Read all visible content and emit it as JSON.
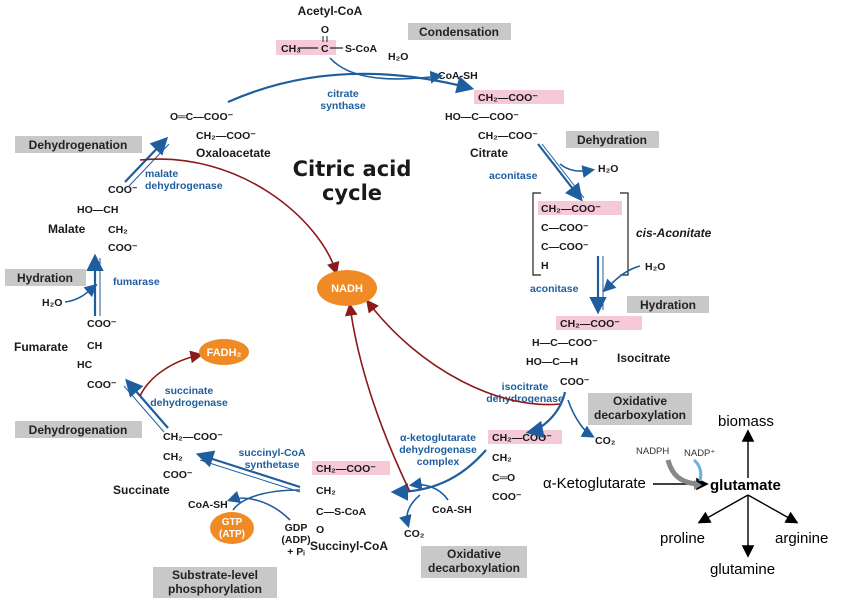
{
  "title": [
    "Citric acid",
    "cycle"
  ],
  "molecules": {
    "acetyl_coa": {
      "name": "Acetyl-CoA",
      "line1": "O",
      "line2a": "CH₃",
      "line2b": "C",
      "line2c": "S-CoA"
    },
    "oxaloacetate": {
      "name": "Oxaloacetate",
      "l1": "O═C—COO⁻",
      "l2": "CH₂—COO⁻"
    },
    "citrate": {
      "name": "Citrate",
      "l1": "CH₂—COO⁻",
      "l2": "HO—C—COO⁻",
      "l3": "CH₂—COO⁻"
    },
    "cis_aconitate": {
      "name": "cis-Aconitate",
      "l1": "CH₂—COO⁻",
      "l2": "C—COO⁻",
      "l3": "C—COO⁻",
      "l4": "H"
    },
    "isocitrate": {
      "name": "Isocitrate",
      "l1": "CH₂—COO⁻",
      "l2": "H—C—COO⁻",
      "l3": "HO—C—H",
      "l4": "COO⁻"
    },
    "alpha_kg": {
      "name": "α-Ketoglutarate",
      "l1": "CH₂—COO⁻",
      "l2": "CH₂",
      "l3": "C═O",
      "l4": "COO⁻"
    },
    "succinyl_coa": {
      "name": "Succinyl-CoA",
      "l1": "CH₂—COO⁻",
      "l2": "CH₂",
      "l3": "C—S-CoA",
      "l4": "O"
    },
    "succinate": {
      "name": "Succinate",
      "l1": "CH₂—COO⁻",
      "l2": "CH₂",
      "l3": "COO⁻"
    },
    "fumarate": {
      "name": "Fumarate",
      "l1": "COO⁻",
      "l2": "CH",
      "l3": "HC",
      "l4": "COO⁻"
    },
    "malate": {
      "name": "Malate",
      "l1": "COO⁻",
      "l2": "HO—CH",
      "l3": "CH₂",
      "l4": "COO⁻"
    }
  },
  "enzymes": {
    "citrate_synthase": [
      "citrate",
      "synthase"
    ],
    "aconitase1": "aconitase",
    "aconitase2": "aconitase",
    "isocitrate_dh": [
      "isocitrate",
      "dehydrogenase"
    ],
    "akg_dh": [
      "α-ketoglutarate",
      "dehydrogenase",
      "complex"
    ],
    "succinyl_coa_synthetase": [
      "succinyl-CoA",
      "synthetase"
    ],
    "succinate_dh": [
      "succinate",
      "dehydrogenase"
    ],
    "fumarase": "fumarase",
    "malate_dh": [
      "malate",
      "dehydrogenase"
    ]
  },
  "steps": {
    "condensation": "Condensation",
    "dehydration": "Dehydration",
    "hydration_right": "Hydration",
    "oxidative_decarb_1": [
      "Oxidative",
      "decarboxylation"
    ],
    "oxidative_decarb_2": [
      "Oxidative",
      "decarboxylation"
    ],
    "substrate_level": [
      "Substrate-level",
      "phosphorylation"
    ],
    "dehydrogenation_bottom": "Dehydrogenation",
    "hydration_left": "Hydration",
    "dehydrogenation_top": "Dehydrogenation"
  },
  "cofactors": {
    "h2o_1": "H₂O",
    "coa_sh_1": "CoA-SH",
    "h2o_2": "H₂O",
    "h2o_3": "H₂O",
    "co2_1": "CO₂",
    "coa_sh_2": "CoA-SH",
    "co2_2": "CO₂",
    "coa_sh_3": "CoA-SH",
    "gdp": [
      "GDP",
      "(ADP)",
      "+ Pᵢ"
    ],
    "h2o_4": "H₂O"
  },
  "energy": {
    "nadh": "NADH",
    "fadh2": "FADH₂",
    "gtp": [
      "GTP",
      "(ATP)"
    ]
  },
  "side_pathway": {
    "source": "α-Ketoglutarate",
    "nadph": "NADPH",
    "nadp": "NADP⁺",
    "product": "glutamate",
    "branches": [
      "biomass",
      "proline",
      "arginine",
      "glutamine"
    ]
  },
  "colors": {
    "arrow_blue": "#1f5e9e",
    "arrow_red": "#8b1a1a",
    "orange": "#f08a24",
    "highlight": "#f6c9d6",
    "stepbox": "#c8c8c8"
  }
}
